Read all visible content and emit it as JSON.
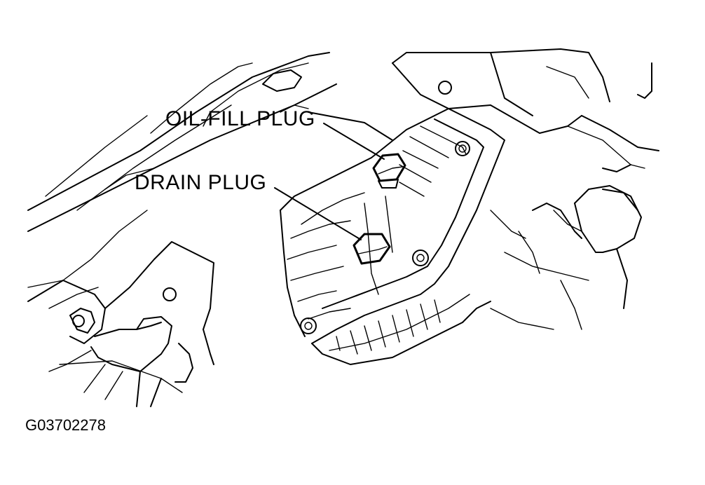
{
  "labels": {
    "oil_fill_plug": "OIL-FILL PLUG",
    "drain_plug": "DRAIN PLUG",
    "figure_id": "G03702278"
  },
  "colors": {
    "ink": "#000000",
    "background": "#ffffff"
  }
}
